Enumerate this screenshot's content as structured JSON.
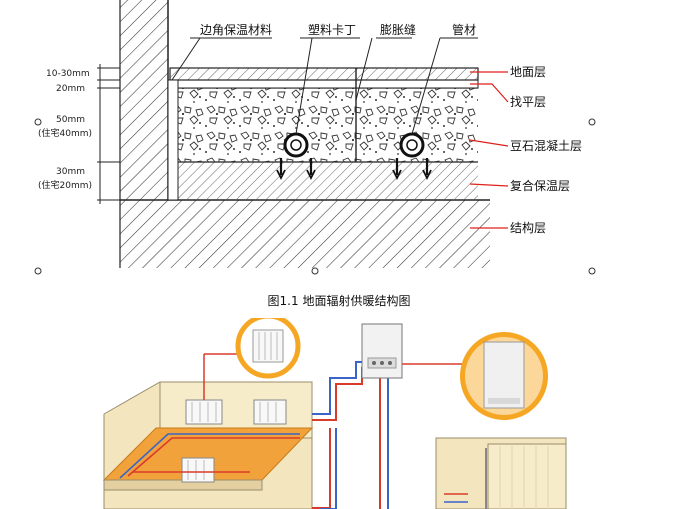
{
  "top_labels": {
    "corner_insulation": "边角保温材料",
    "plastic_clip": "塑料卡丁",
    "expansion_joint": "膨胀缝",
    "pipe": "管材",
    "floor_layer": "地面层",
    "leveling_layer": "找平层",
    "pea_concrete_layer": "豆石混凝土层",
    "composite_insulation_layer": "复合保温层",
    "structural_layer": "结构层"
  },
  "dimensions": {
    "d1": "10-30mm",
    "d2": "20mm",
    "d3a": "50mm",
    "d3b": "(住宅40mm)",
    "d4a": "30mm",
    "d4b": "(住宅20mm)"
  },
  "caption": "图1.1 地面辐射供暖结构图",
  "colors": {
    "hot_pipe": "#d93b2b",
    "cold_pipe": "#3a64c8",
    "floor_orange": "#f2a23a",
    "wall_beige": "#f3e6bf",
    "callout_ring": "#f5a623",
    "label_line": "#e0201b"
  }
}
